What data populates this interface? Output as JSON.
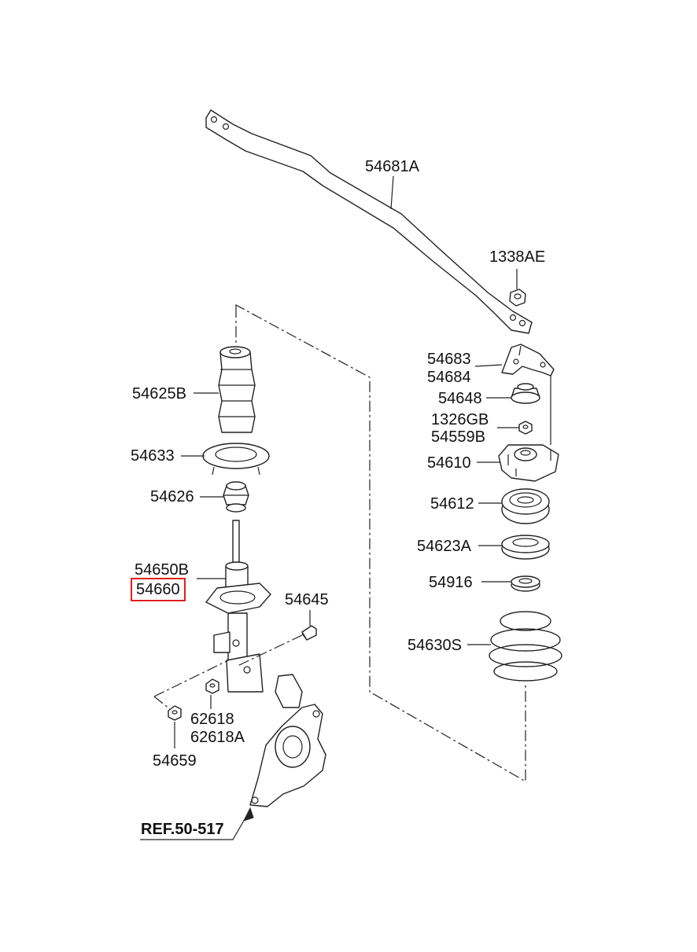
{
  "diagram": {
    "parts": [
      {
        "id": "54681A",
        "label": "54681A",
        "name": "stabilizer-bar"
      },
      {
        "id": "1338AE",
        "label": "1338AE",
        "name": "nut"
      },
      {
        "id": "54683",
        "label": "54683",
        "name": "bracket"
      },
      {
        "id": "54684",
        "label": "54684",
        "name": "bracket"
      },
      {
        "id": "54648",
        "label": "54648",
        "name": "cap"
      },
      {
        "id": "1326GB",
        "label": "1326GB",
        "name": "nut"
      },
      {
        "id": "54559B",
        "label": "54559B",
        "name": "nut"
      },
      {
        "id": "54610",
        "label": "54610",
        "name": "strut-mount"
      },
      {
        "id": "54612",
        "label": "54612",
        "name": "bearing"
      },
      {
        "id": "54623A",
        "label": "54623A",
        "name": "spring-seat"
      },
      {
        "id": "54916",
        "label": "54916",
        "name": "pad"
      },
      {
        "id": "54630S",
        "label": "54630S",
        "name": "coil-spring"
      },
      {
        "id": "54625B",
        "label": "54625B",
        "name": "dust-cover"
      },
      {
        "id": "54633",
        "label": "54633",
        "name": "spring-pad"
      },
      {
        "id": "54626",
        "label": "54626",
        "name": "bumper"
      },
      {
        "id": "54650B",
        "label": "54650B",
        "name": "strut-assembly"
      },
      {
        "id": "54660",
        "label": "54660",
        "name": "strut-assembly",
        "highlighted": true
      },
      {
        "id": "54645",
        "label": "54645",
        "name": "bolt"
      },
      {
        "id": "62618",
        "label": "62618",
        "name": "nut"
      },
      {
        "id": "62618A",
        "label": "62618A",
        "name": "nut"
      },
      {
        "id": "54659",
        "label": "54659",
        "name": "nut"
      }
    ],
    "reference": {
      "label": "REF.50-517"
    },
    "highlight_color": "#e02020"
  }
}
